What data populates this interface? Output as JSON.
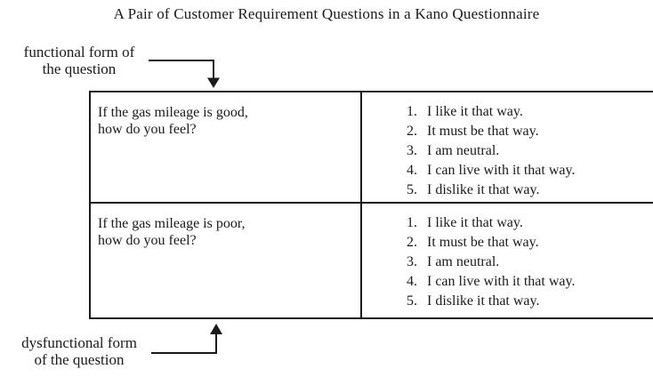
{
  "title": "A Pair of Customer Requirement Questions in a Kano Questionnaire",
  "annotations": {
    "functional": {
      "line1": "functional form of",
      "line2": "the question"
    },
    "dysfunctional": {
      "line1": "dysfunctional form",
      "line2": "of the question"
    }
  },
  "table": {
    "rows": [
      {
        "form": "functional",
        "question_line1": "If the gas mileage is good,",
        "question_line2": "how do you feel?",
        "options": [
          {
            "num": "1.",
            "text": "I like it that way."
          },
          {
            "num": "2.",
            "text": "It must be that way."
          },
          {
            "num": "3.",
            "text": "I am neutral."
          },
          {
            "num": "4.",
            "text": "I can live with it that way."
          },
          {
            "num": "5.",
            "text": "I dislike it that way."
          }
        ]
      },
      {
        "form": "dysfunctional",
        "question_line1": "If the gas mileage is poor,",
        "question_line2": "how do you feel?",
        "options": [
          {
            "num": "1.",
            "text": "I like it that way."
          },
          {
            "num": "2.",
            "text": "It must be that way."
          },
          {
            "num": "3.",
            "text": "I am neutral."
          },
          {
            "num": "4.",
            "text": "I can live with it that way."
          },
          {
            "num": "5.",
            "text": "I dislike it that way."
          }
        ]
      }
    ]
  },
  "colors": {
    "ink": "#1b1b1b",
    "background": "#ffffff"
  }
}
